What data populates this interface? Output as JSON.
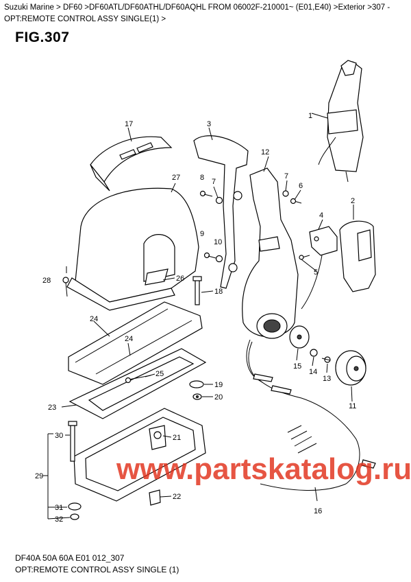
{
  "breadcrumb": "Suzuki Marine > DF60 >DF60ATL/DF60ATHL/DF60AQHL FROM 06002F-210001~ (E01,E40) >Exterior >307 - OPT:REMOTE CONTROL ASSY SINGLE(1) >",
  "figure_title": "FIG.307",
  "watermark": "www.partskatalog.ru",
  "footer": {
    "code": "DF40A 50A 60A E01 012_307",
    "caption": "OPT:REMOTE CONTROL ASSY SINGLE (1)"
  },
  "callouts": [
    "1",
    "2",
    "3",
    "4",
    "5",
    "6",
    "7",
    "7",
    "8",
    "9",
    "10",
    "11",
    "12",
    "13",
    "14",
    "15",
    "16",
    "17",
    "18",
    "19",
    "20",
    "21",
    "22",
    "23",
    "24",
    "24",
    "25",
    "26",
    "27",
    "28",
    "29",
    "30",
    "31",
    "32"
  ]
}
